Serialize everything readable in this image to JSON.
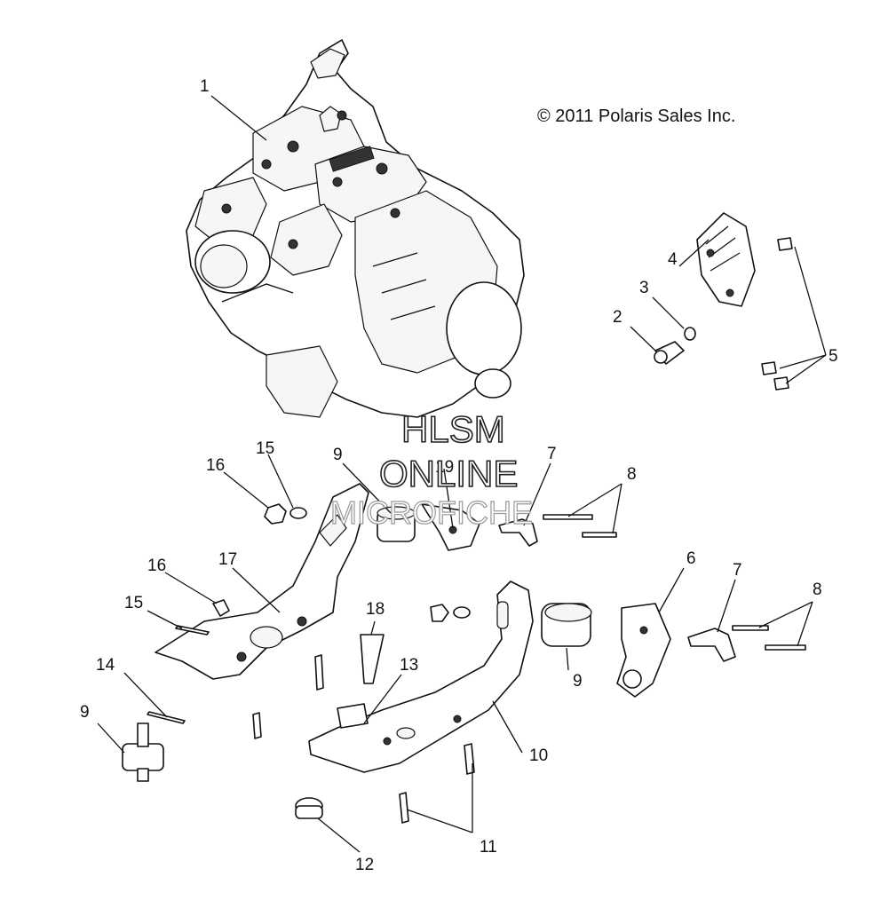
{
  "copyright": "© 2011 Polaris Sales Inc.",
  "watermark": {
    "line1": "HLSM",
    "line2": "ONLINE",
    "line3": "MICROFICHE"
  },
  "callouts": [
    "1",
    "2",
    "3",
    "4",
    "5",
    "6",
    "7",
    "7",
    "8",
    "8",
    "9",
    "9",
    "9",
    "10",
    "11",
    "12",
    "13",
    "14",
    "15",
    "15",
    "16",
    "16",
    "17",
    "18",
    "19"
  ],
  "icons": {
    "engine": "engine-assembly-icon",
    "mount": "engine-mount-icon",
    "bracket": "bracket-icon",
    "bolt": "bolt-icon"
  }
}
